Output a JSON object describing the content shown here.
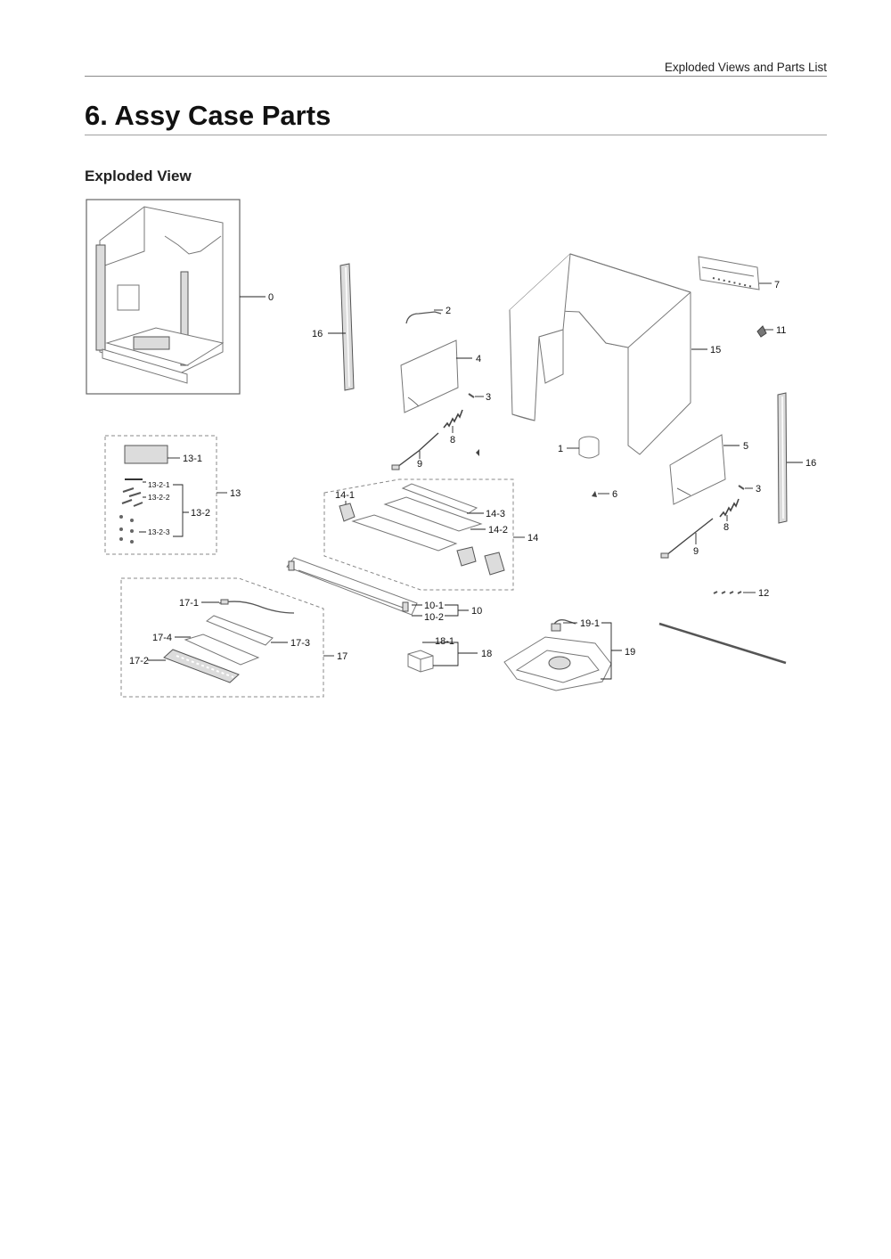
{
  "header": {
    "running_title": "Exploded Views and Parts List"
  },
  "section": {
    "title": "6.  Assy Case Parts",
    "subtitle": "Exploded View"
  },
  "callouts": {
    "c0": "0",
    "c1": "1",
    "c2": "2",
    "c3a": "3",
    "c3b": "3",
    "c4": "4",
    "c5": "5",
    "c6": "6",
    "c7": "7",
    "c8a": "8",
    "c8b": "8",
    "c9a": "9",
    "c9b": "9",
    "c10": "10",
    "c10_1": "10-1",
    "c10_2": "10-2",
    "c11": "11",
    "c12": "12",
    "c13": "13",
    "c13_1": "13-1",
    "c13_2": "13-2",
    "c13_2_1": "13-2-1",
    "c13_2_2": "13-2-2",
    "c13_2_3": "13-2-3",
    "c14": "14",
    "c14_1": "14-1",
    "c14_2": "14-2",
    "c14_3": "14-3",
    "c15": "15",
    "c16a": "16",
    "c16b": "16",
    "c17": "17",
    "c17_1": "17-1",
    "c17_2": "17-2",
    "c17_3": "17-3",
    "c17_4": "17-4",
    "c18": "18",
    "c18_1": "18-1",
    "c19": "19",
    "c19_1": "19-1"
  }
}
